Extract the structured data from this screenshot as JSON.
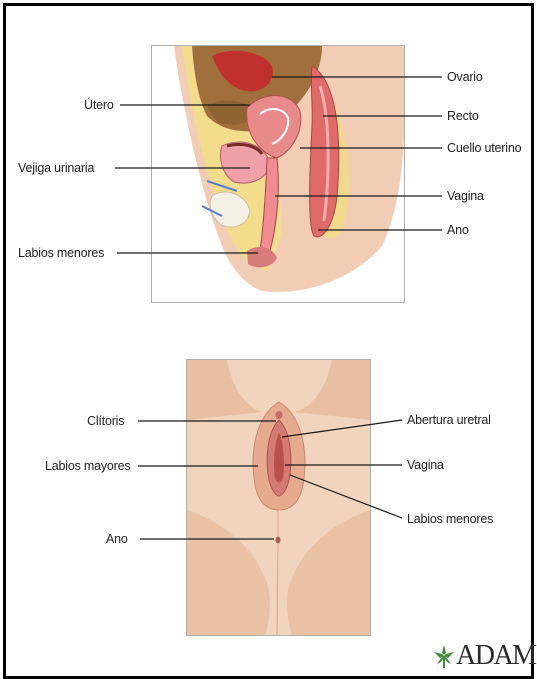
{
  "top_view": {
    "labels": {
      "utero": "Útero",
      "vejiga": "Vejiga urinaria",
      "labios_menores": "Labios menores",
      "ovario": "Ovario",
      "recto": "Recto",
      "cuello": "Cuello uterino",
      "vagina": "Vagina",
      "ano": "Ano"
    }
  },
  "bottom_view": {
    "labels": {
      "clitoris": "Clítoris",
      "labios_mayores": "Labios mayores",
      "ano": "Ano",
      "abertura": "Abertura uretral",
      "vagina": "Vagina",
      "labios_menores": "Labios menores"
    }
  },
  "logo": {
    "text": "ADAM",
    "icon": "leaf-star-icon",
    "color": "#3e8b3a"
  }
}
